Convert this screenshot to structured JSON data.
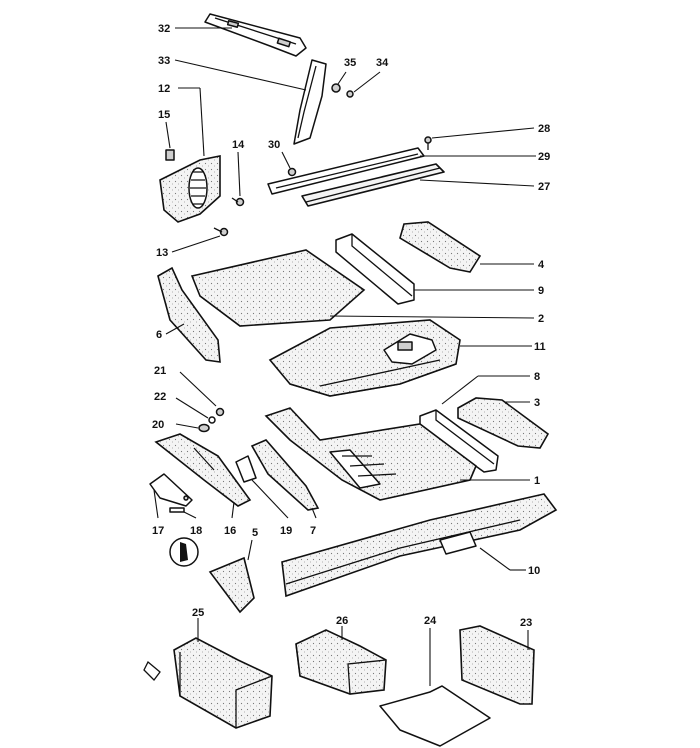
{
  "callouts": {
    "p1": "1",
    "p2": "2",
    "p3": "3",
    "p4": "4",
    "p5": "5",
    "p6": "6",
    "p7": "7",
    "p8": "8",
    "p9": "9",
    "p10": "10",
    "p11": "11",
    "p12": "12",
    "p13": "13",
    "p14": "14",
    "p15": "15",
    "p16": "16",
    "p17": "17",
    "p18": "18",
    "p19": "19",
    "p20": "20",
    "p21": "21",
    "p22": "22",
    "p23": "23",
    "p24": "24",
    "p25": "25",
    "p26": "26",
    "p27": "27",
    "p28": "28",
    "p29": "29",
    "p30": "30",
    "p32": "32",
    "p33": "33",
    "p34": "34",
    "p35": "35"
  },
  "colors": {
    "ink": "#111111",
    "paper": "#ffffff",
    "felt": "#f4f4f4"
  }
}
